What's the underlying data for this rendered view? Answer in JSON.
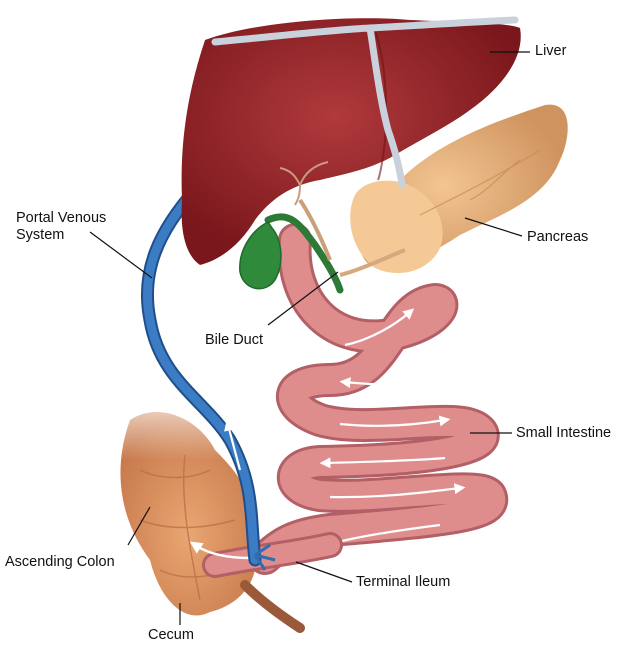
{
  "labels": {
    "liver": "Liver",
    "pancreas": "Pancreas",
    "portal_venous_system": "Portal Venous\nSystem",
    "bile_duct": "Bile Duct",
    "small_intestine": "Small Intestine",
    "ascending_colon": "Ascending Colon",
    "terminal_ileum": "Terminal Ileum",
    "cecum": "Cecum"
  },
  "colors": {
    "liver": "#8e1f24",
    "liver_highlight": "#b03a3c",
    "portal_vein": "#2f6db0",
    "hepatic_vessels": "#c9d2dc",
    "gallbladder": "#2f8a3c",
    "pancreas": "#e9b37e",
    "pancreas_head": "#f4c894",
    "intestine": "#d98585",
    "intestine_edge": "#b35f66",
    "colon": "#e4a070",
    "flow_arrow": "#ffffff"
  }
}
